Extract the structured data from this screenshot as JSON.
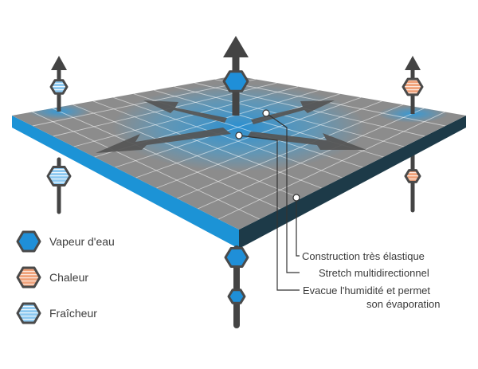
{
  "legend": [
    {
      "label": "Vapeur d'eau",
      "icon": "water-vapor-hexagon-icon",
      "fill": "#1f8fd8"
    },
    {
      "label": "Chaleur",
      "icon": "heat-hexagon-icon",
      "fill": "#f0a27a"
    },
    {
      "label": "Fraîcheur",
      "icon": "freshness-hexagon-icon",
      "fill": "#8cc8f0"
    }
  ],
  "callouts": {
    "elastic": "Construction très élastique",
    "stretch": "Stretch multidirectionnel",
    "moisture_line1": "Evacue l'humidité et permet",
    "moisture_line2": "son évaporation"
  },
  "colors": {
    "fabric_top": "#8c8c8c",
    "fabric_edge_blue": "#1c93d6",
    "fabric_edge_dark": "#1d3a48",
    "arrow_gray": "#555555",
    "hex_outline": "#4a4a4a",
    "water": "#1f8fd8",
    "heat": "#f0a27a",
    "fresh": "#8cc8f0"
  }
}
